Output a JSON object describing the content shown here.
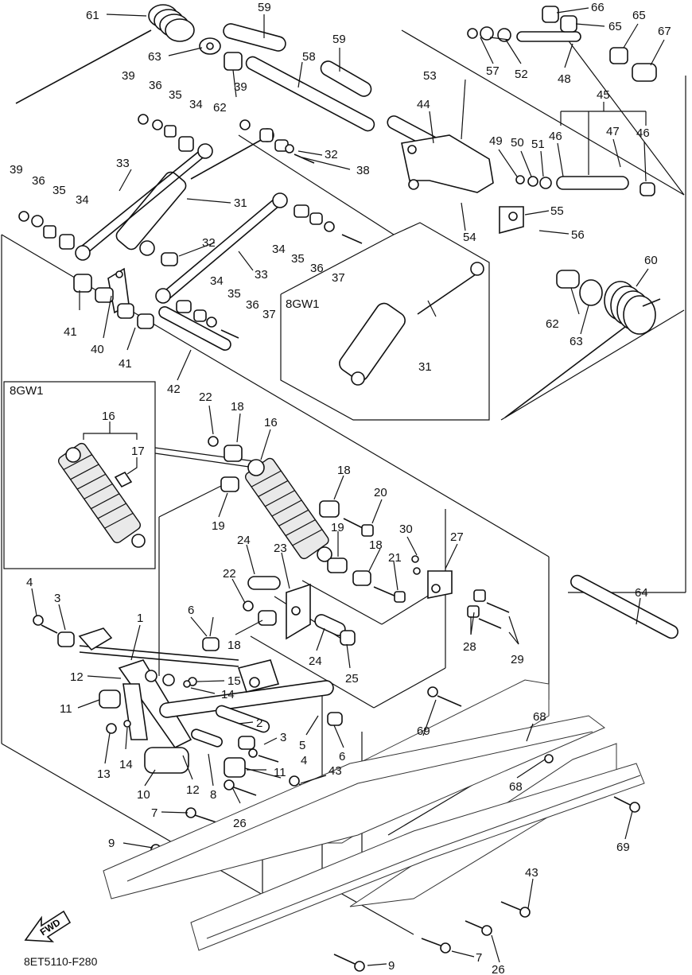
{
  "diagram": {
    "code": "8ET5110-F280",
    "fwd_label": "FWD",
    "inset_labels": [
      "8GW1",
      "8GW1"
    ],
    "callouts": [
      "61",
      "59",
      "66",
      "65",
      "65",
      "67",
      "63",
      "58",
      "59",
      "57",
      "52",
      "48",
      "39",
      "36",
      "35",
      "34",
      "62",
      "39",
      "53",
      "44",
      "45",
      "32",
      "38",
      "49",
      "50",
      "51",
      "46",
      "47",
      "46",
      "39",
      "36",
      "35",
      "34",
      "33",
      "31",
      "54",
      "55",
      "56",
      "32",
      "34",
      "35",
      "36",
      "37",
      "33",
      "34",
      "35",
      "36",
      "37",
      "41",
      "40",
      "41",
      "62",
      "63",
      "60",
      "31",
      "42",
      "16",
      "17",
      "22",
      "18",
      "16",
      "19",
      "18",
      "20",
      "19",
      "18",
      "21",
      "30",
      "27",
      "24",
      "23",
      "22",
      "18",
      "24",
      "25",
      "28",
      "29",
      "4",
      "3",
      "1",
      "6",
      "12",
      "15",
      "14",
      "11",
      "2",
      "3",
      "5",
      "6",
      "13",
      "14",
      "10",
      "12",
      "8",
      "11",
      "4",
      "43",
      "69",
      "68",
      "68",
      "69",
      "7",
      "26",
      "9",
      "43",
      "9",
      "7",
      "26",
      "64"
    ]
  }
}
